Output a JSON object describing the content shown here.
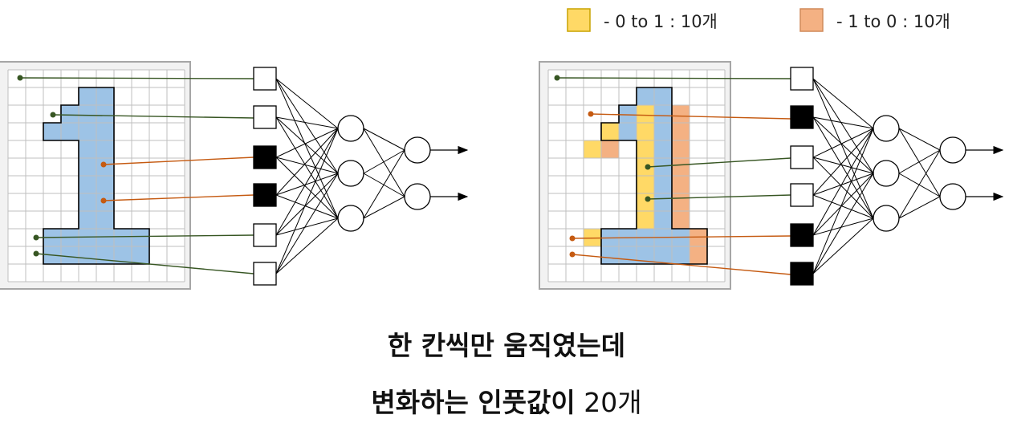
{
  "legend": {
    "yellow": {
      "color": "#ffd966",
      "label": "- 0 to 1 : 10개"
    },
    "orange": {
      "color": "#f4b183",
      "label": "- 1 to 0 : 10개"
    }
  },
  "caption": {
    "line1": "한 칸씩만 움직였는데",
    "line2_bold": "변화하는 인풋값이",
    "line2_light": " 20개"
  },
  "colors": {
    "digit_fill": "#9dc3e6",
    "green_connector": "#375623",
    "orange_connector": "#c55a11",
    "grid_line": "#bfbfbf",
    "panel_border": "#a6a6a6",
    "panel_bg": "#f2f2f2"
  },
  "left_network": {
    "input_states": [
      "white",
      "white",
      "black",
      "black",
      "white",
      "white"
    ]
  },
  "right_network": {
    "input_states": [
      "white",
      "black",
      "white",
      "white",
      "black",
      "black"
    ]
  }
}
